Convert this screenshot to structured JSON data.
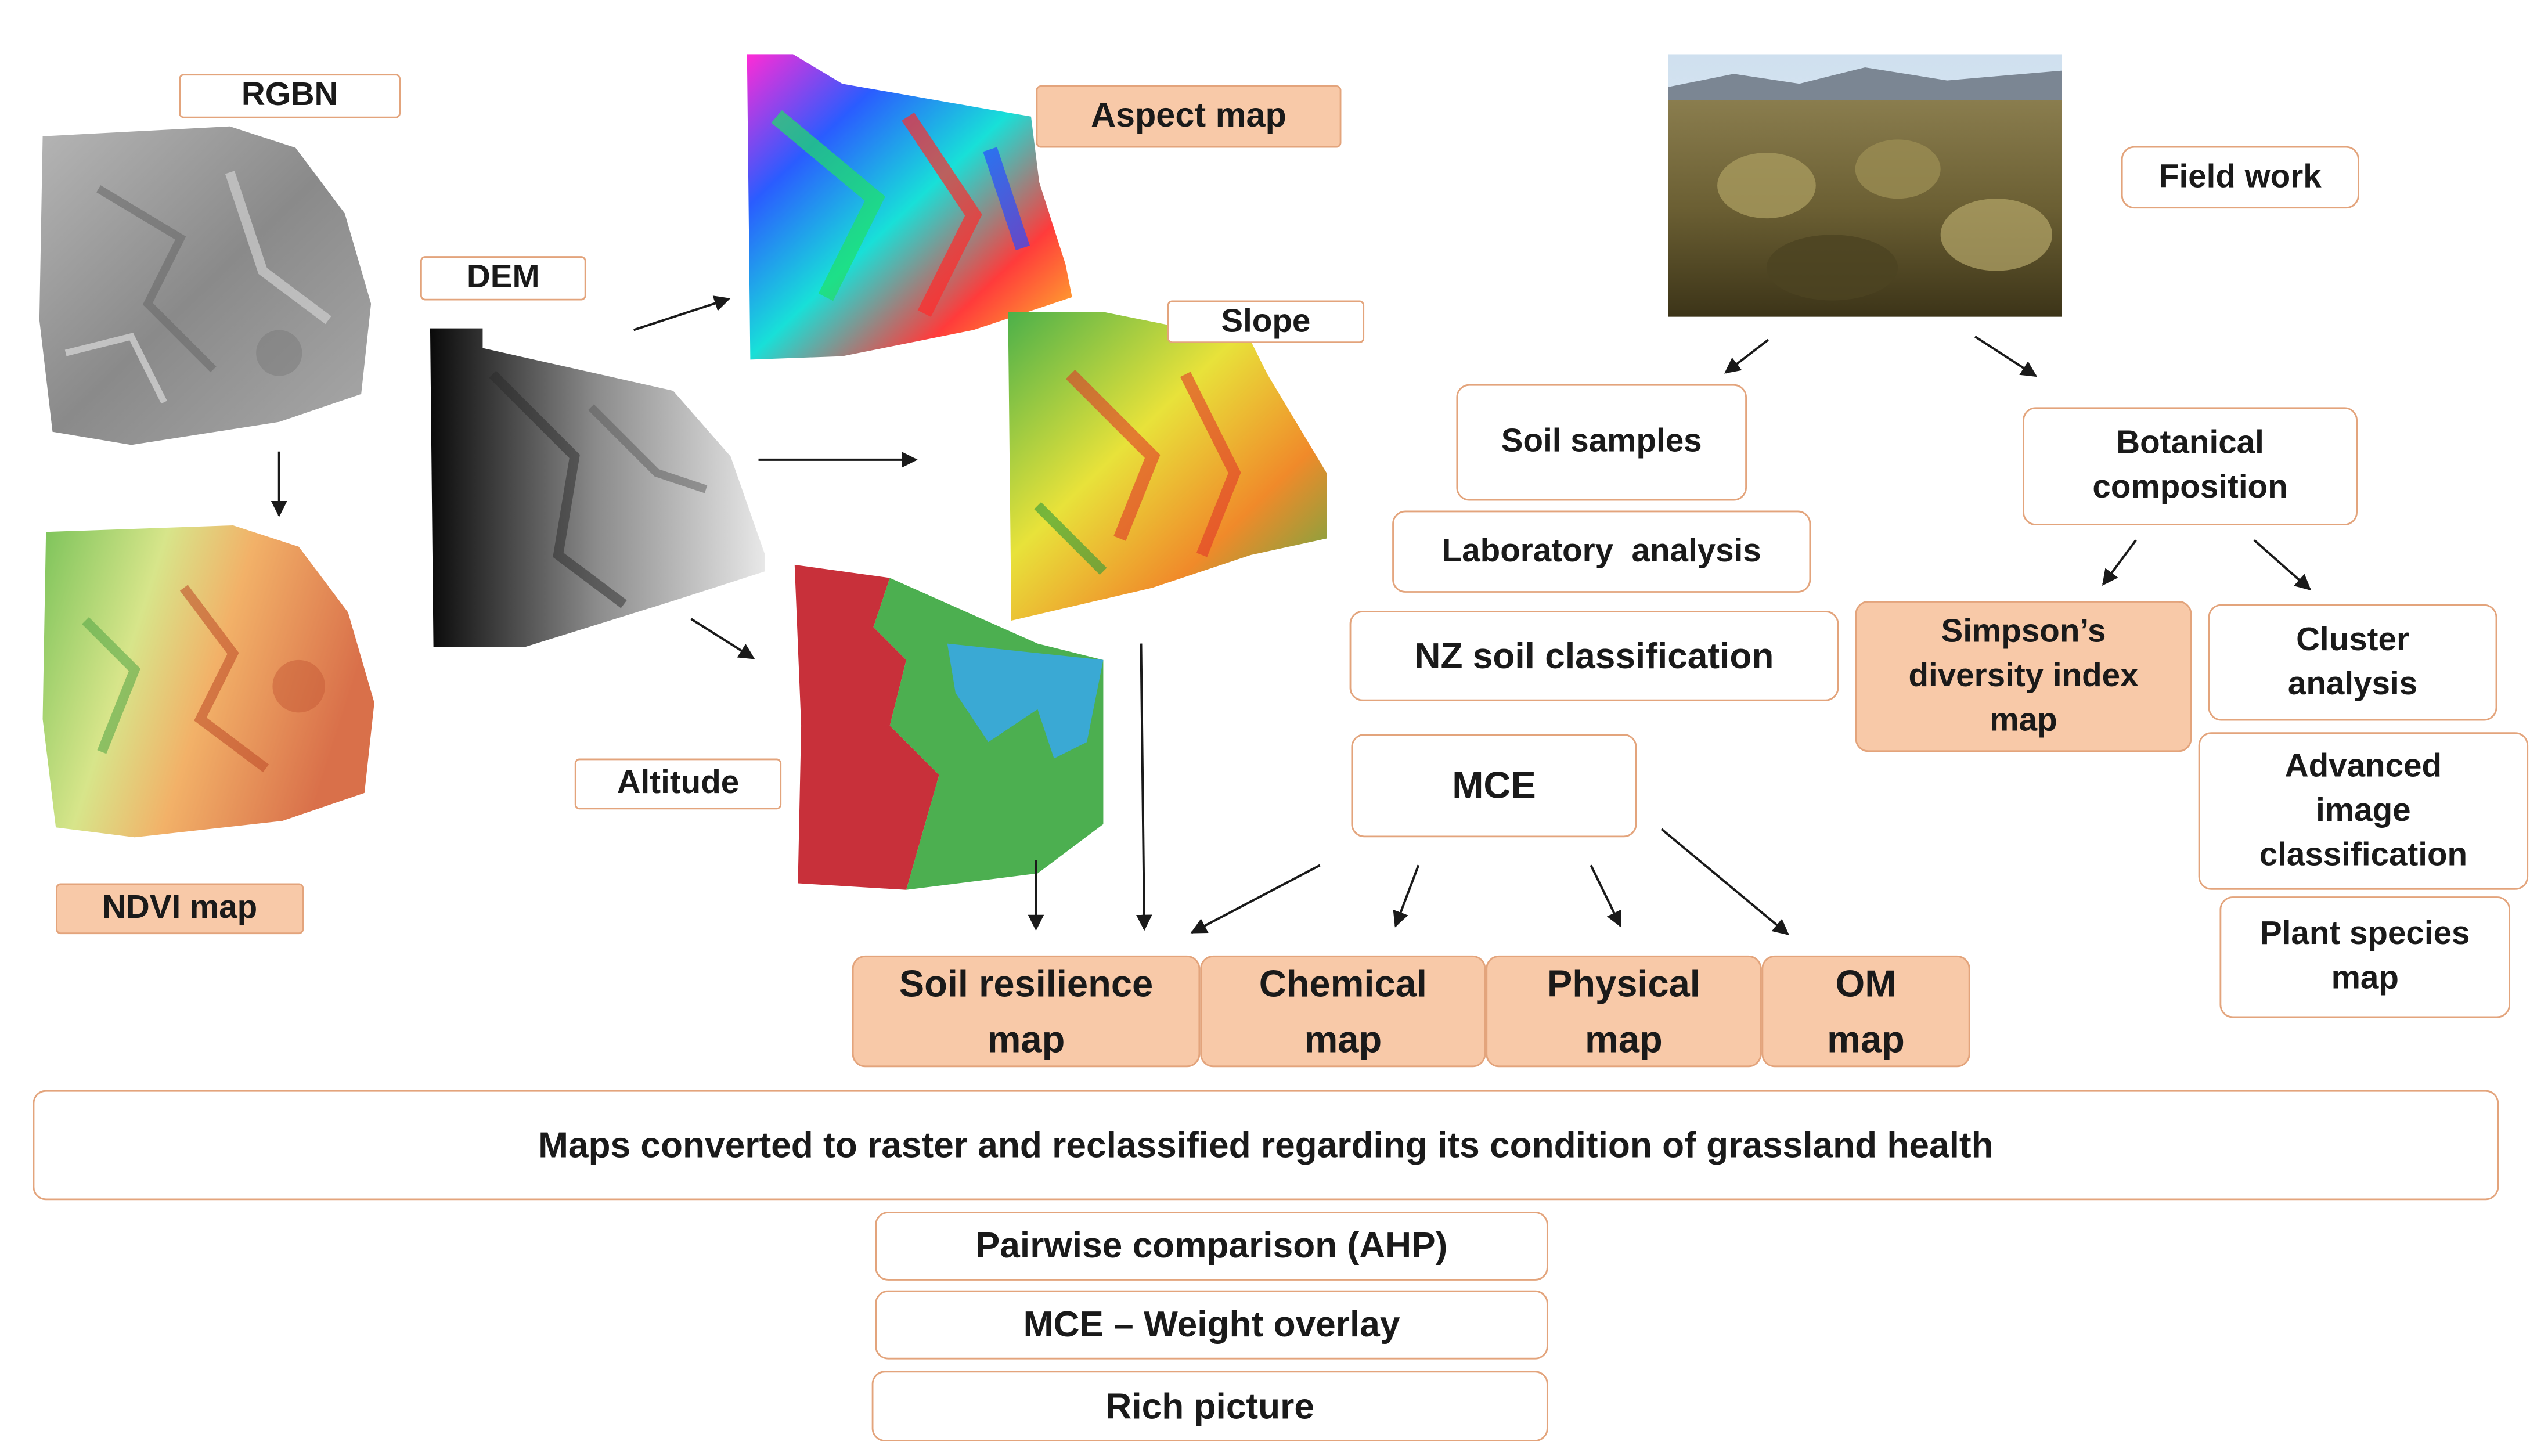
{
  "labels": {
    "rgbn": "RGBN",
    "ndvi_map": "NDVI map",
    "dem": "DEM",
    "aspect_map": "Aspect map",
    "slope": "Slope",
    "altitude": "Altitude",
    "field_work": "Field work",
    "soil_samples": "Soil samples",
    "laboratory_analysis": "Laboratory  analysis",
    "nz_soil_classification": "NZ soil classification",
    "botanical_composition": "Botanical composition",
    "simpsons_index": "Simpson’s diversity index map",
    "cluster_analysis": "Cluster analysis",
    "advanced_image_classification": "Advanced image classification",
    "plant_species_map": "Plant species map",
    "mce": "MCE",
    "soil_resilience_map": "Soil resilience map",
    "chemical_map": "Chemical map",
    "physical_map": "Physical map",
    "om_map": "OM map",
    "maps_converted": "Maps converted to raster and reclassified regarding its condition of grassland health",
    "pairwise": "Pairwise comparison (AHP)",
    "weight_overlay": "MCE – Weight overlay",
    "rich_picture": "Rich picture"
  },
  "colors": {
    "box_border": "#e3a47c",
    "box_fill_highlight": "#f8c9a8",
    "arrow": "#1a1a1a",
    "altitude_red": "#c8303a",
    "altitude_green": "#4caf50",
    "altitude_blue": "#3aa9d4"
  }
}
